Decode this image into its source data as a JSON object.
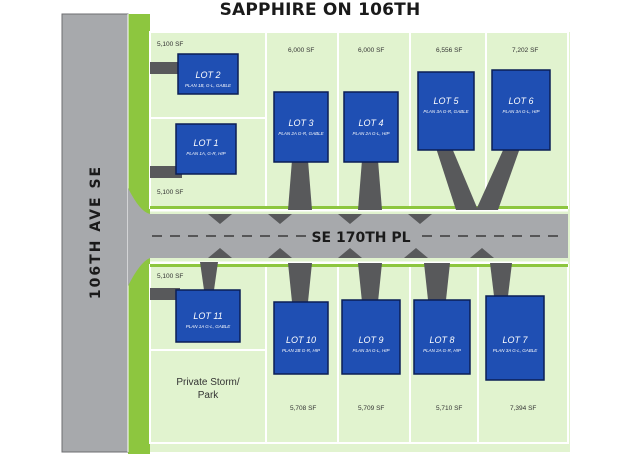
{
  "title": "SAPPHIRE ON 106TH",
  "roads": {
    "main": "106TH AVE SE",
    "cross": "SE 170TH PL"
  },
  "lots": [
    {
      "id": "lot-2",
      "label": "LOT 2",
      "plan": "PLAN 1B, G-L, GABLE",
      "sf": "5,100 SF"
    },
    {
      "id": "lot-1",
      "label": "LOT 1",
      "plan": "PLAN 1A, G-R, HIP",
      "sf": "5,100 SF"
    },
    {
      "id": "lot-3",
      "label": "LOT 3",
      "plan": "PLAN 2A G-R, GABLE",
      "sf": "6,000 SF"
    },
    {
      "id": "lot-4",
      "label": "LOT 4",
      "plan": "PLAN 2A G-L, HIP",
      "sf": "6,000 SF"
    },
    {
      "id": "lot-5",
      "label": "LOT 5",
      "plan": "PLAN 3A G-R, GABLE",
      "sf": "6,556 SF"
    },
    {
      "id": "lot-6",
      "label": "LOT 6",
      "plan": "PLAN 3A G-L, HIP",
      "sf": "7,202 SF"
    },
    {
      "id": "lot-11",
      "label": "LOT 11",
      "plan": "PLAN 1A G-L, GABLE",
      "sf": "5,100 SF"
    },
    {
      "id": "lot-10",
      "label": "LOT 10",
      "plan": "PLAN 2B G-R, HIP",
      "sf": "5,708 SF"
    },
    {
      "id": "lot-9",
      "label": "LOT 9",
      "plan": "PLAN 3A G-L, HIP",
      "sf": "5,709 SF"
    },
    {
      "id": "lot-8",
      "label": "LOT 8",
      "plan": "PLAN 2A G-R, HIP",
      "sf": "5,710 SF"
    },
    {
      "id": "lot-7",
      "label": "LOT 7",
      "plan": "PLAN 3A G-L, GABLE",
      "sf": "7,394 SF"
    }
  ],
  "park": {
    "line1": "Private Storm/",
    "line2": "Park"
  },
  "colors": {
    "lawn": "#e1f3cf",
    "strip": "#8dc63f",
    "road": "#a7a9ac",
    "roadEdge": "#6d6e71",
    "house": "#1f4fb3",
    "houseEdge": "#0b1e55",
    "driveway": "#58595b",
    "lotLine": "#ffffff"
  }
}
